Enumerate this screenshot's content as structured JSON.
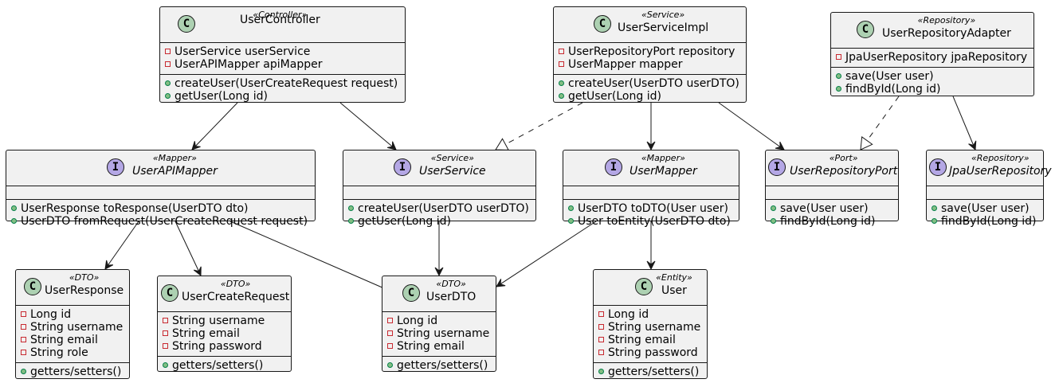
{
  "classes": {
    "user_controller": {
      "kind": "class",
      "stereotype": "«Controller»",
      "name": "UserController",
      "fields": [
        "UserService userService",
        "UserAPIMapper apiMapper"
      ],
      "methods": [
        "createUser(UserCreateRequest request)",
        "getUser(Long id)"
      ]
    },
    "user_service_impl": {
      "kind": "class",
      "stereotype": "«Service»",
      "name": "UserServiceImpl",
      "fields": [
        "UserRepositoryPort repository",
        "UserMapper mapper"
      ],
      "methods": [
        "createUser(UserDTO userDTO)",
        "getUser(Long id)"
      ]
    },
    "user_repository_adapter": {
      "kind": "class",
      "stereotype": "«Repository»",
      "name": "UserRepositoryAdapter",
      "fields": [
        "JpaUserRepository jpaRepository"
      ],
      "methods": [
        "save(User user)",
        "findById(Long id)"
      ]
    },
    "user_api_mapper": {
      "kind": "interface",
      "stereotype": "«Mapper»",
      "name": "UserAPIMapper",
      "fields": [],
      "methods": [
        "UserResponse toResponse(UserDTO dto)",
        "UserDTO fromRequest(UserCreateRequest request)"
      ]
    },
    "user_service": {
      "kind": "interface",
      "stereotype": "«Service»",
      "name": "UserService",
      "fields": [],
      "methods": [
        "createUser(UserDTO userDTO)",
        "getUser(Long id)"
      ]
    },
    "user_mapper": {
      "kind": "interface",
      "stereotype": "«Mapper»",
      "name": "UserMapper",
      "fields": [],
      "methods": [
        "UserDTO toDTO(User user)",
        "User toEntity(UserDTO dto)"
      ]
    },
    "user_repository_port": {
      "kind": "interface",
      "stereotype": "«Port»",
      "name": "UserRepositoryPort",
      "fields": [],
      "methods": [
        "save(User user)",
        "findById(Long id)"
      ]
    },
    "jpa_user_repository": {
      "kind": "interface",
      "stereotype": "«Repository»",
      "name": "JpaUserRepository",
      "fields": [],
      "methods": [
        "save(User user)",
        "findById(Long id)"
      ]
    },
    "user_response": {
      "kind": "class",
      "stereotype": "«DTO»",
      "name": "UserResponse",
      "fields": [
        "Long id",
        "String username",
        "String email",
        "String role"
      ],
      "methods": [
        "getters/setters()"
      ]
    },
    "user_create_request": {
      "kind": "class",
      "stereotype": "«DTO»",
      "name": "UserCreateRequest",
      "fields": [
        "String username",
        "String email",
        "String password"
      ],
      "methods": [
        "getters/setters()"
      ]
    },
    "user_dto": {
      "kind": "class",
      "stereotype": "«DTO»",
      "name": "UserDTO",
      "fields": [
        "Long id",
        "String username",
        "String email"
      ],
      "methods": [
        "getters/setters()"
      ]
    },
    "user": {
      "kind": "class",
      "stereotype": "«Entity»",
      "name": "User",
      "fields": [
        "Long id",
        "String username",
        "String email",
        "String password"
      ],
      "methods": [
        "getters/setters()"
      ]
    }
  },
  "relations": [
    {
      "from": "user_controller",
      "to": "user_api_mapper",
      "type": "dependency"
    },
    {
      "from": "user_controller",
      "to": "user_service",
      "type": "dependency"
    },
    {
      "from": "user_service_impl",
      "to": "user_service",
      "type": "realization"
    },
    {
      "from": "user_service_impl",
      "to": "user_mapper",
      "type": "dependency"
    },
    {
      "from": "user_service_impl",
      "to": "user_repository_port",
      "type": "dependency"
    },
    {
      "from": "user_repository_adapter",
      "to": "user_repository_port",
      "type": "realization"
    },
    {
      "from": "user_repository_adapter",
      "to": "jpa_user_repository",
      "type": "dependency"
    },
    {
      "from": "user_api_mapper",
      "to": "user_response",
      "type": "dependency"
    },
    {
      "from": "user_api_mapper",
      "to": "user_create_request",
      "type": "dependency"
    },
    {
      "from": "user_api_mapper",
      "to": "user_dto",
      "type": "dependency"
    },
    {
      "from": "user_service",
      "to": "user_dto",
      "type": "dependency"
    },
    {
      "from": "user_mapper",
      "to": "user_dto",
      "type": "dependency"
    },
    {
      "from": "user_mapper",
      "to": "user",
      "type": "dependency"
    }
  ]
}
